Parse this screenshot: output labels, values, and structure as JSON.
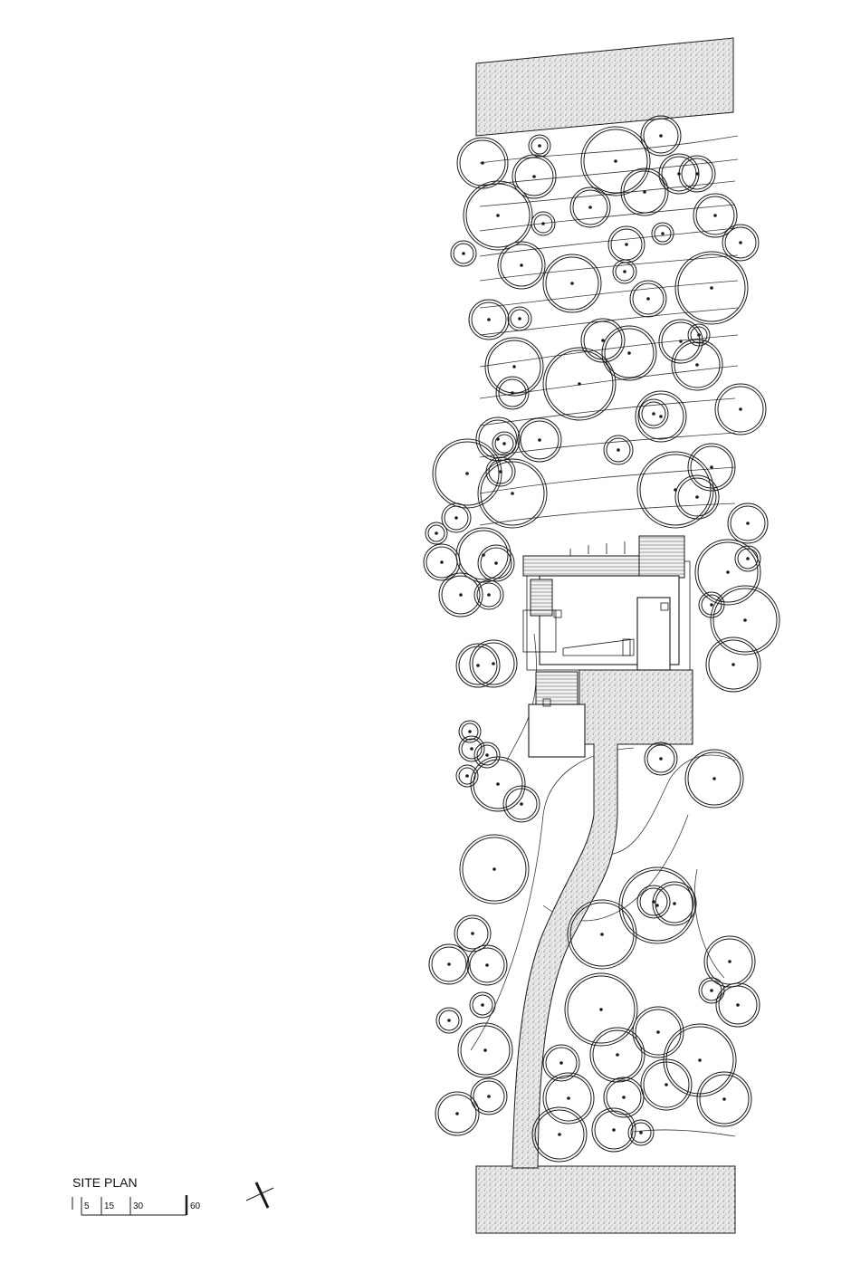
{
  "title": "SITE PLAN",
  "scale_bar": {
    "labels": [
      "5",
      "15",
      "30",
      "60"
    ]
  },
  "north_arrow": {
    "icon": "north-arrow-icon"
  },
  "colors": {
    "ink": "#1a1a1a",
    "paper": "#ffffff"
  }
}
